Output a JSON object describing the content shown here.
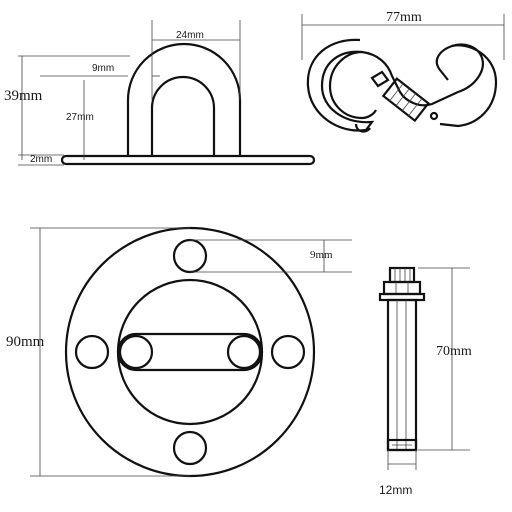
{
  "diagram": {
    "views": {
      "side": {
        "labels": {
          "width": "24mm",
          "inner_gap": "9mm",
          "height_total": "39mm",
          "height_inner": "27mm",
          "plate_thickness": "2mm"
        }
      },
      "carabiner": {
        "labels": {
          "length": "77mm"
        }
      },
      "plate_top": {
        "labels": {
          "diameter": "90mm",
          "hole": "9mm"
        }
      },
      "anchor_bolt": {
        "labels": {
          "length": "70mm",
          "diameter": "12mm"
        }
      }
    },
    "colors": {
      "ink": "#111111",
      "dim_line": "#444444",
      "background": "#ffffff"
    }
  }
}
